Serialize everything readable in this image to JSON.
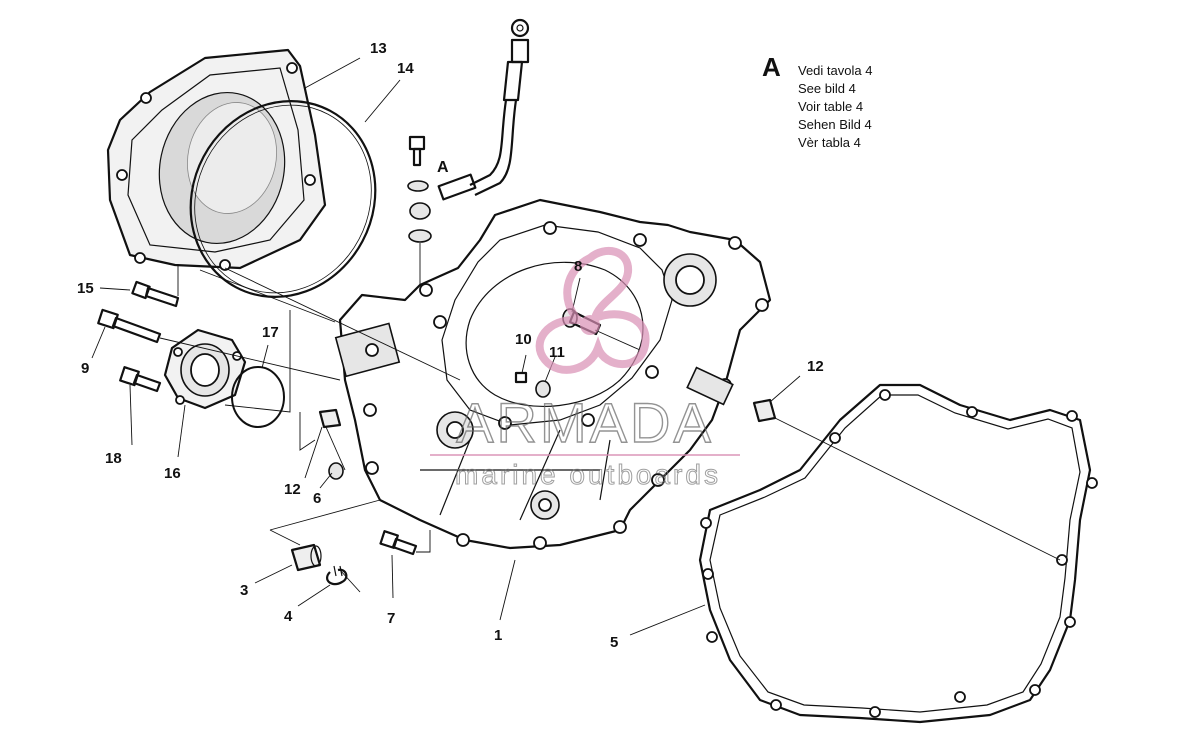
{
  "legend": {
    "letter": "A",
    "lines": [
      "Vedi tavola 4",
      "See bild 4",
      "Voir table 4",
      "Sehen Bild 4",
      "Vèr tabla 4"
    ]
  },
  "callouts": {
    "c1": "1",
    "c3": "3",
    "c4": "4",
    "c5": "5",
    "c6": "6",
    "c7": "7",
    "c8": "8",
    "c9": "9",
    "c10": "10",
    "c11": "11",
    "c12a": "12",
    "c12b": "12",
    "c13": "13",
    "c14": "14",
    "c15": "15",
    "c16": "16",
    "c17": "17",
    "c18": "18",
    "cA": "A"
  },
  "watermark": {
    "brand": "ARMADA",
    "tagline": "marine outboards",
    "color": "#d98fb5"
  }
}
